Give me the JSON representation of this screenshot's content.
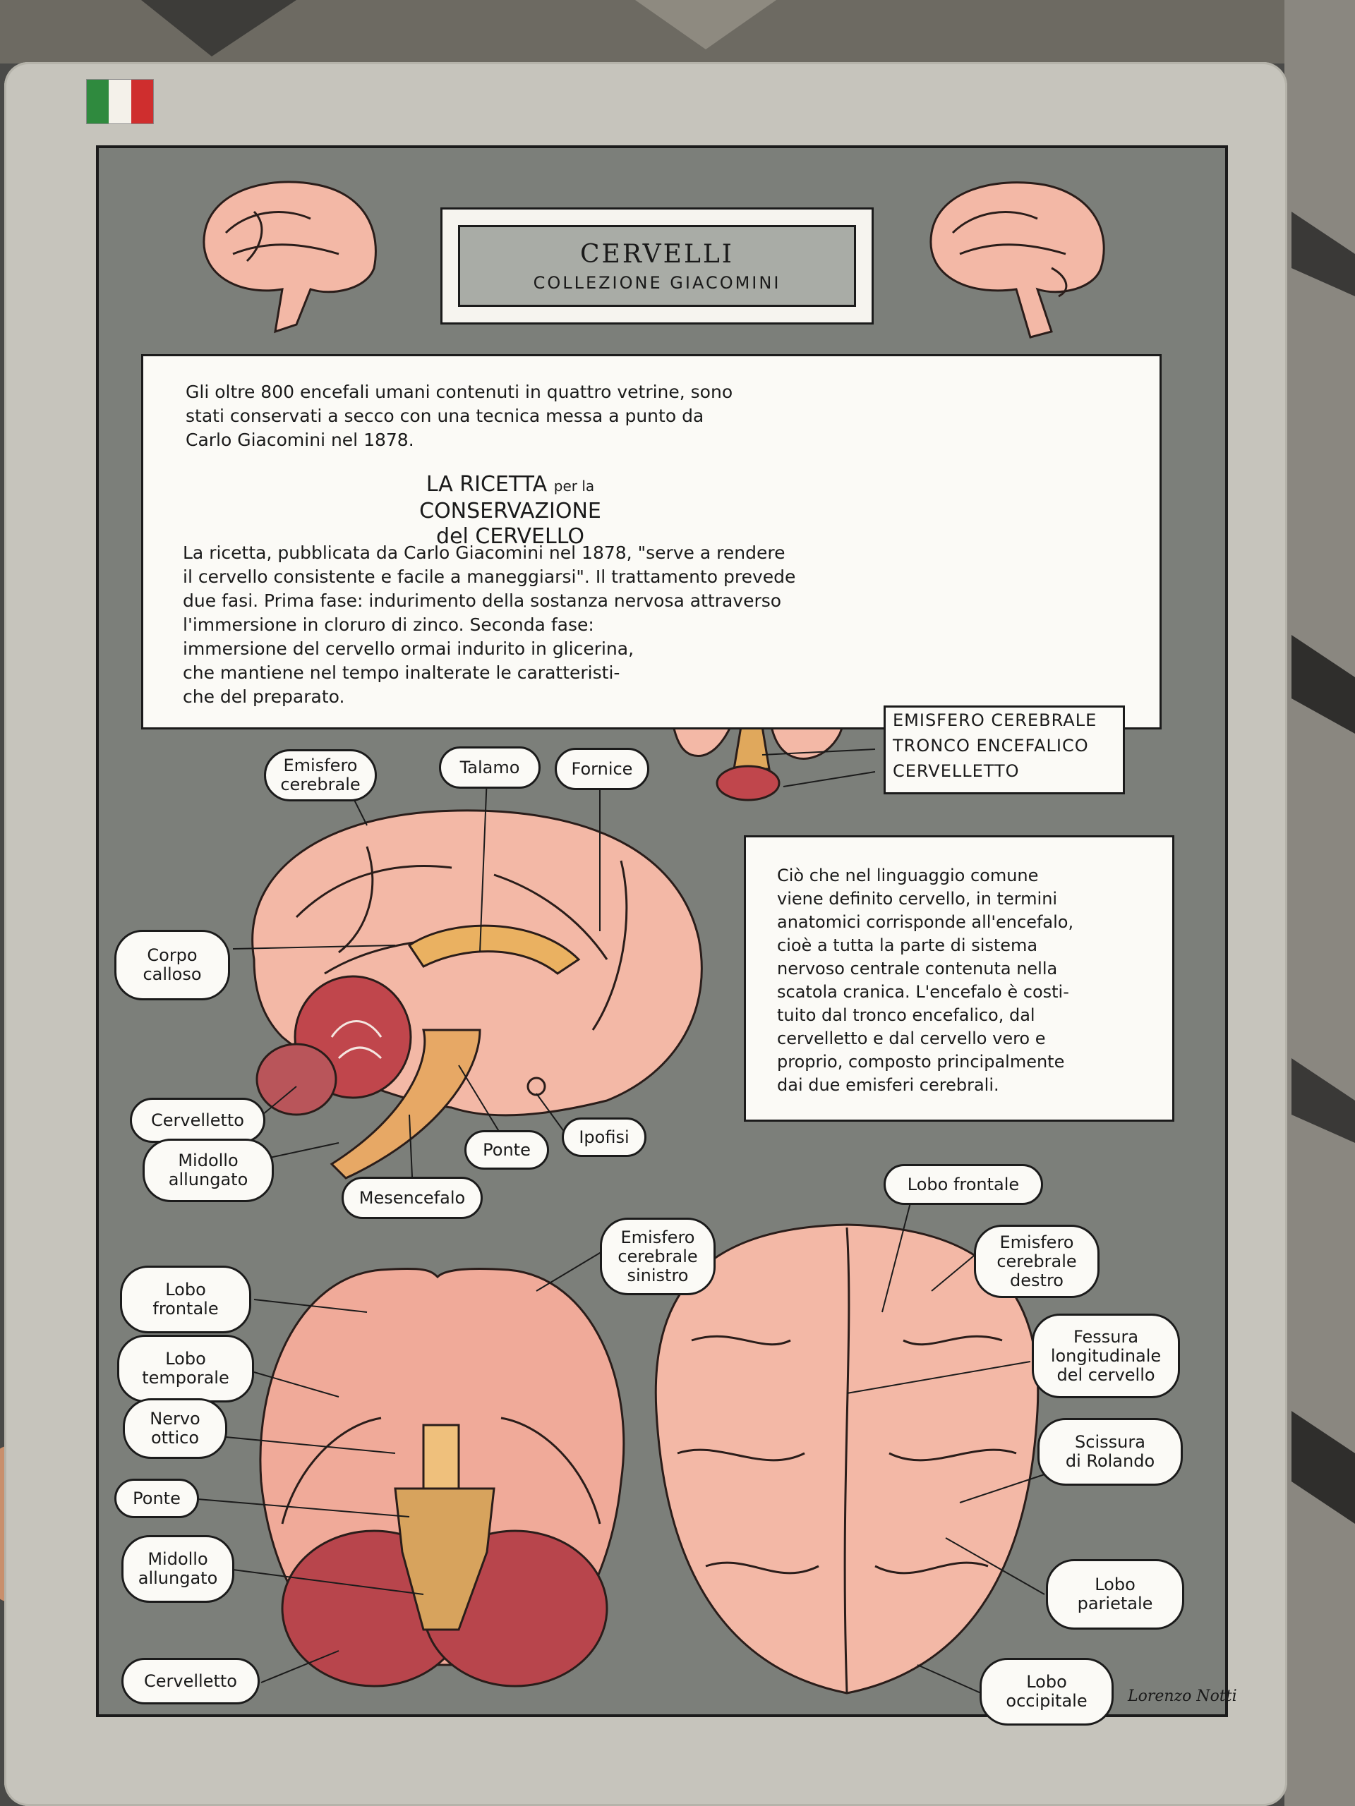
{
  "flag_colors": [
    "#2f8a3e",
    "#f4f1ea",
    "#cf2e2e"
  ],
  "header": {
    "title": "CERVELLI",
    "subtitle": "COLLEZIONE GIACOMINI"
  },
  "intro": {
    "paragraph": [
      "Gli oltre 800 encefali umani contenuti in quattro vetrine, sono",
      "stati conservati a secco con una tecnica messa a punto da",
      "Carlo Giacomini nel 1878."
    ],
    "ricetta_title": "LA RICETTA",
    "ricetta_mid": "per la",
    "ricetta_title2": "CONSERVAZIONE",
    "ricetta_title3": "del CERVELLO",
    "ricetta_text": [
      "La ricetta, pubblicata da Carlo Giacomini nel 1878, \"serve a rendere",
      "il cervello consistente e facile a maneggiarsi\". Il trattamento prevede",
      "due fasi. Prima fase: indurimento della sostanza nervosa attraverso",
      "l'immersione in cloruro di zinco. Seconda fase:",
      "immersione del cervello ormai indurito in glicerina,",
      "che mantiene nel tempo inalterate le caratteristi-",
      "che del preparato."
    ]
  },
  "legend": [
    "EMISFERO CEREBRALE",
    "TRONCO ENCEFALICO",
    "CERVELLETTO"
  ],
  "definition": [
    "Ciò che nel linguaggio comune",
    "viene definito cervello, in termini",
    "anatomici corrisponde all'encefalo,",
    "cioè a tutta la parte di sistema",
    "nervoso centrale contenuta nella",
    "scatola cranica. L'encefalo è costi-",
    "tuito dal tronco encefalico, dal",
    "cervelletto e dal cervello vero e",
    "proprio, composto principalmente",
    "dai due emisferi cerebrali."
  ],
  "sagittal_labels": {
    "emisfero": "Emisfero\ncerebrale",
    "talamo": "Talamo",
    "fornice": "Fornice",
    "corpo": "Corpo\ncalloso",
    "cervelletto": "Cervelletto",
    "midollo": "Midollo\nallungato",
    "ponte": "Ponte",
    "ipofisi": "Ipofisi",
    "mesencefalo": "Mesencefalo"
  },
  "inferior_labels": {
    "emisfero_sinistro": "Emisfero\ncerebrale\nsinistro",
    "lobo_frontale": "Lobo\nfrontale",
    "lobo_temporale": "Lobo\ntemporale",
    "nervo_ottico": "Nervo\nottico",
    "ponte": "Ponte",
    "midollo": "Midollo\nallungato",
    "cervelletto": "Cervelletto"
  },
  "superior_labels": {
    "lobo_frontale": "Lobo frontale",
    "emisfero_destro": "Emisfero\ncerebrale\ndestro",
    "fessura": "Fessura\nlongitudinale\ndel cervello",
    "scissura": "Scissura\ndi Rolando",
    "lobo_parietale": "Lobo\nparietale",
    "lobo_occipitale": "Lobo\noccipitale"
  },
  "signature": "Lorenzo Notti"
}
